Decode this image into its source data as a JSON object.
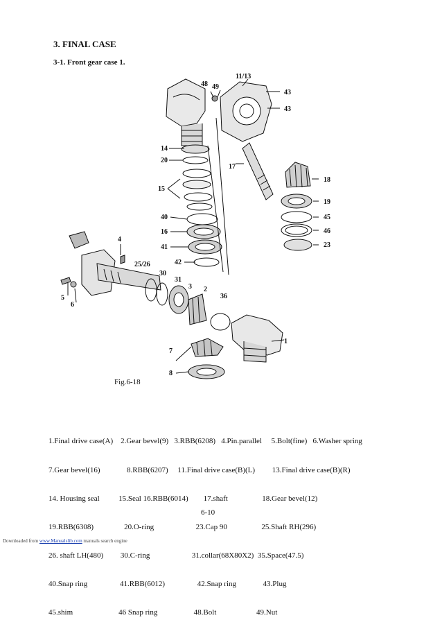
{
  "section_title": "3. FINAL CASE",
  "sub_title": "3-1. Front gear case 1.",
  "figure": {
    "caption": "Fig.6-18",
    "callouts": [
      "11/13",
      "48",
      "49",
      "43",
      "43",
      "14",
      "20",
      "17",
      "18",
      "15",
      "19",
      "45",
      "40",
      "46",
      "16",
      "23",
      "41",
      "4",
      "42",
      "25/26",
      "30",
      "31",
      "3",
      "2",
      "36",
      "5",
      "6",
      "1",
      "7",
      "8"
    ]
  },
  "parts_lines": [
    "1.Final drive case(A)    2.Gear bevel(9)   3.RBB(6208)   4.Pin.parallel     5.Bolt(fine)   6.Washer spring",
    "7.Gear bevel(16)              8.RBB(6207)     11.Final drive case(B)(L)         13.Final drive case(B)(R)",
    "14. Housing seal          15.Seal 16.RBB(6014)        17.shaft                  18.Gear bevel(12)",
    "19.RBB(6308)                20.O-ring                      23.Cap 90                  25.Shaft RH(296)",
    "26. shaft LH(480)         30.C-ring                      31.collar(68X80X2)  35.Space(47.5)",
    "40.Snap ring                 41.RBB(6012)                 42.Snap ring              43.Plug",
    "45.shim                        46 Snap ring                   48.Bolt                     49.Nut"
  ],
  "page_number": "6-10",
  "footer": {
    "prefix": "Downloaded from ",
    "link": "www.Manualslib.com",
    "suffix": "  manuals search engine"
  }
}
